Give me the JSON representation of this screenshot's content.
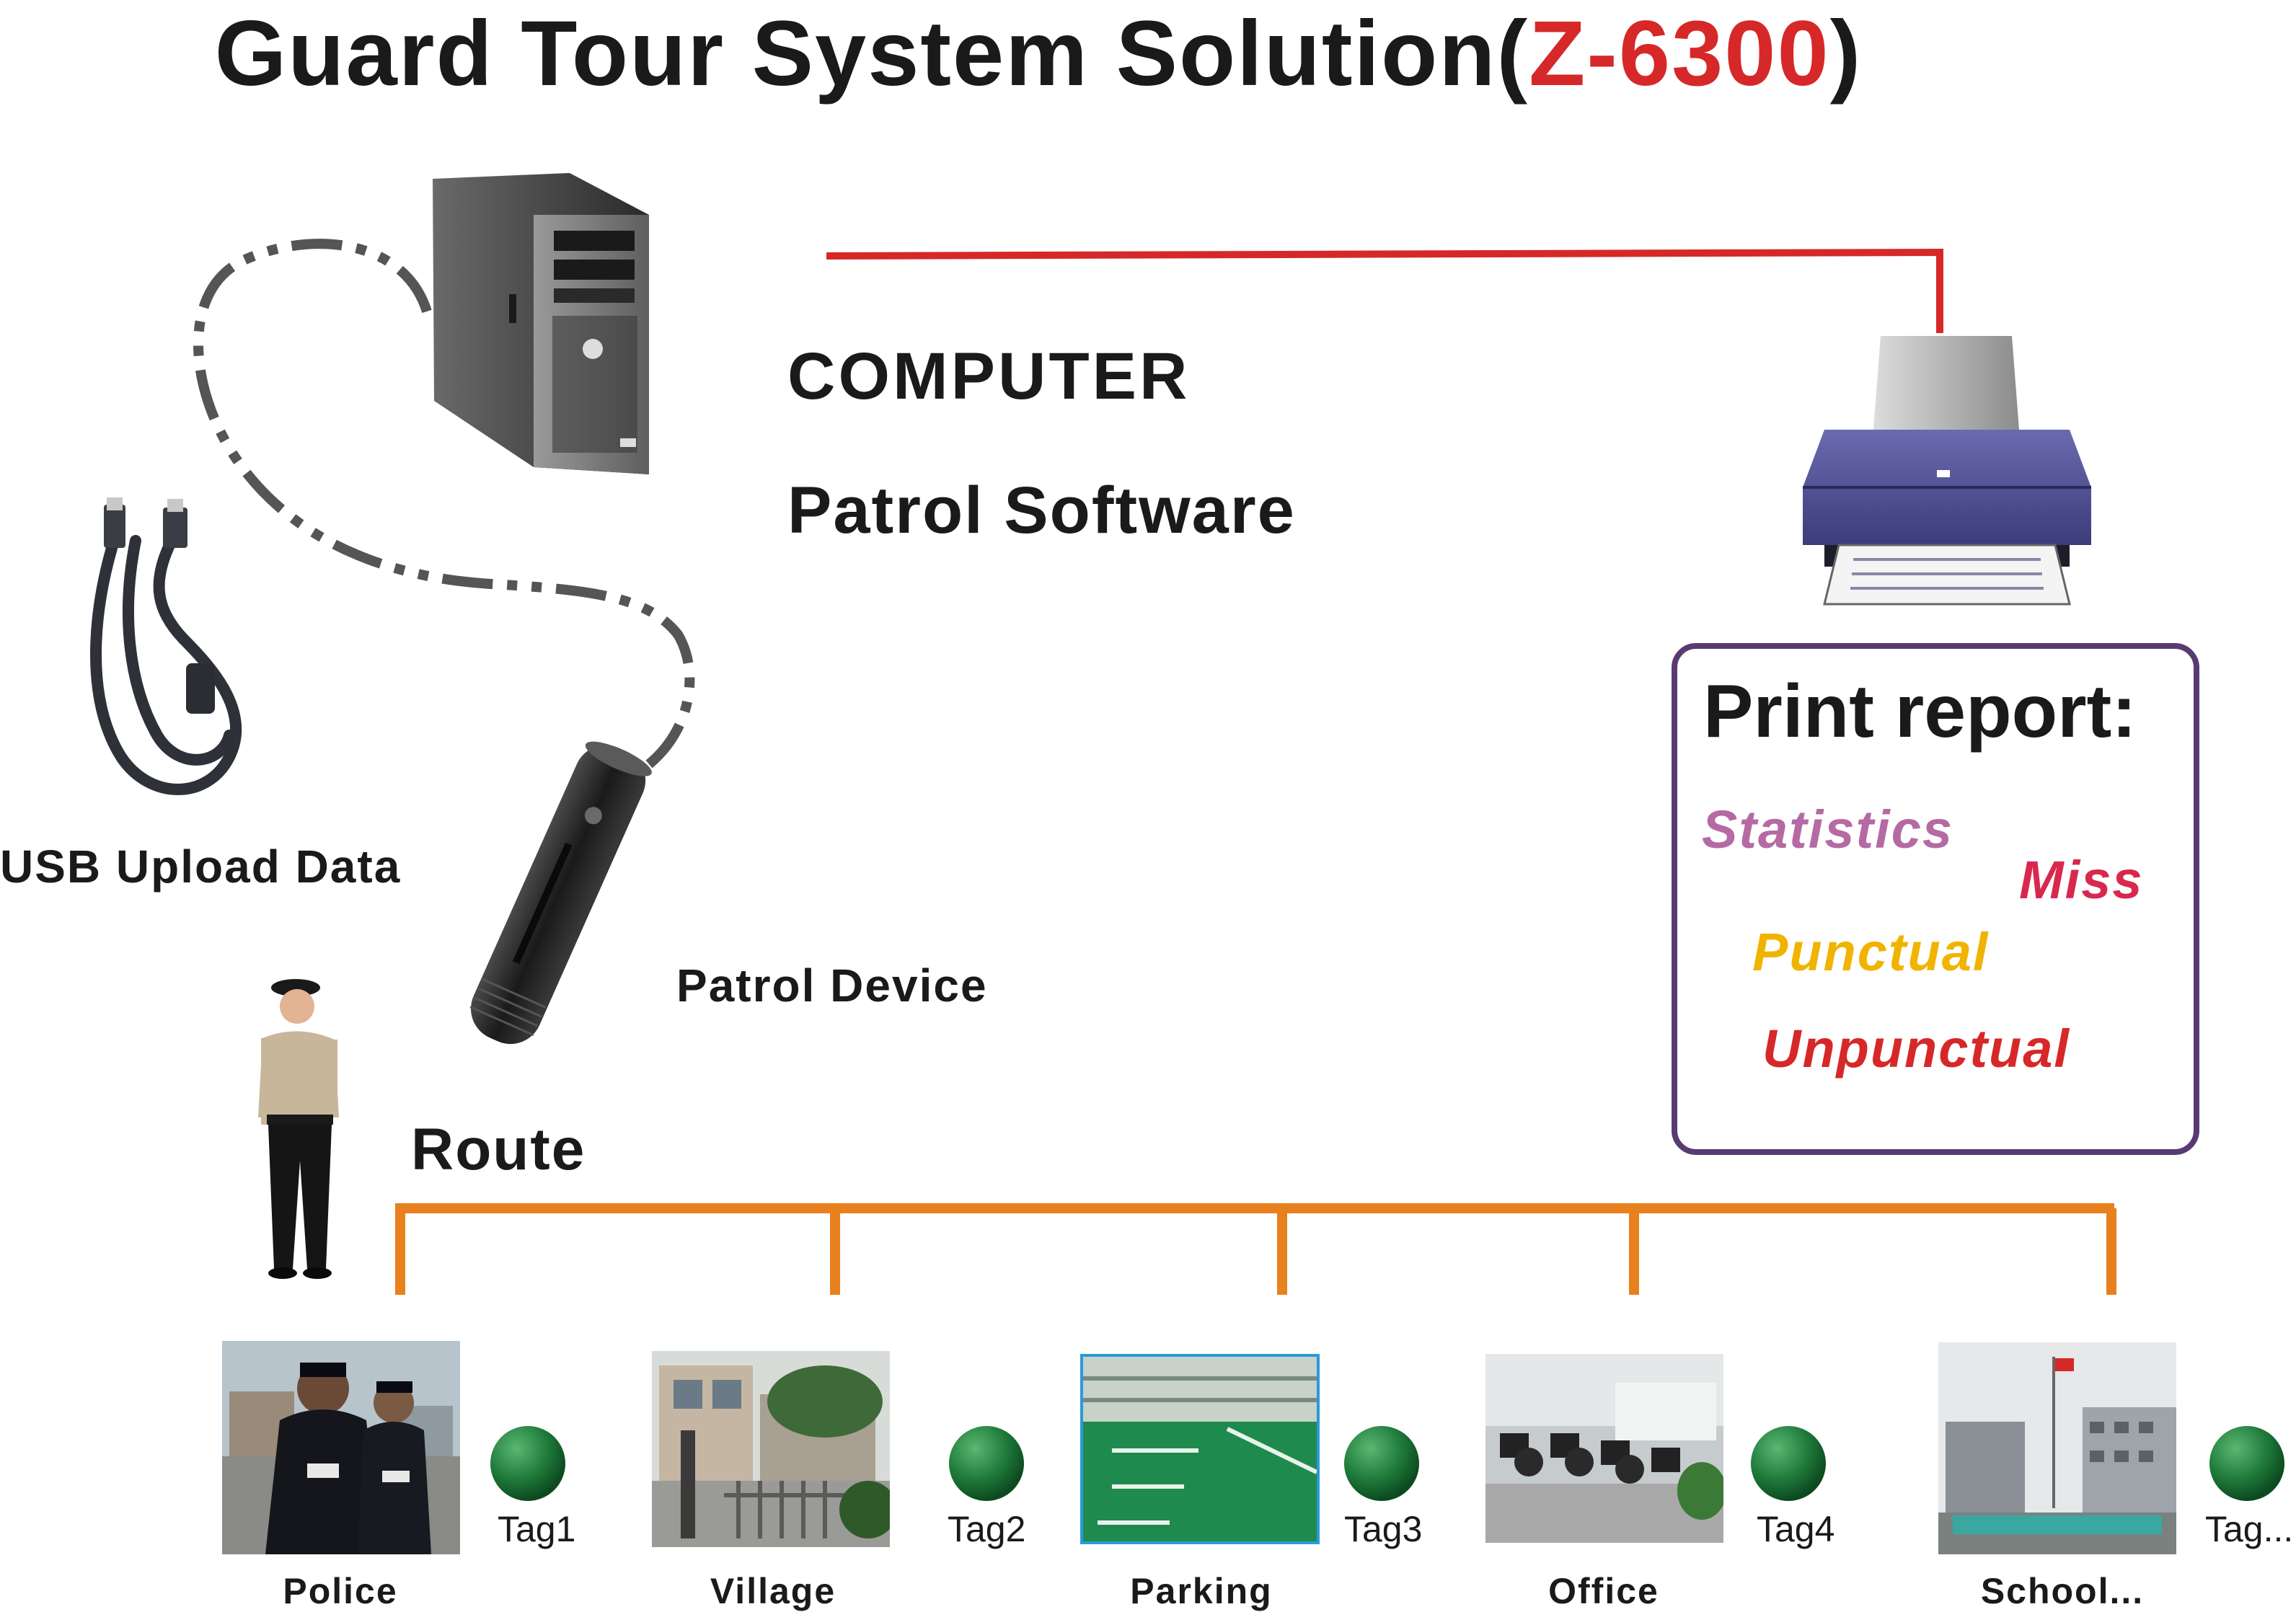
{
  "title": {
    "main": "Guard  Tour System Solution(",
    "model": "Z-6300",
    "close": ")"
  },
  "labels": {
    "computer": "COMPUTER",
    "software": "Patrol Software",
    "usb": "USB Upload Data",
    "device": "Patrol Device",
    "route": "Route"
  },
  "report": {
    "title": "Print report:",
    "items": [
      {
        "text": "Statistics",
        "color": "#b56aa4"
      },
      {
        "text": "Miss",
        "color": "#d8284e"
      },
      {
        "text": "Punctual",
        "color": "#f0b400"
      },
      {
        "text": "Unpunctual",
        "color": "#d62828"
      }
    ]
  },
  "stops": [
    {
      "name": "Police",
      "tag": "Tag1"
    },
    {
      "name": "Village",
      "tag": "Tag2"
    },
    {
      "name": "Parking",
      "tag": "Tag3"
    },
    {
      "name": "Office",
      "tag": "Tag4"
    },
    {
      "name": "School...",
      "tag": "Tag..."
    }
  ],
  "colors": {
    "route_line": "#e8801e",
    "printer_link": "#d62828",
    "report_border": "#5a3a72",
    "tag_green": "#1f7a3a",
    "model_red": "#d62828"
  }
}
